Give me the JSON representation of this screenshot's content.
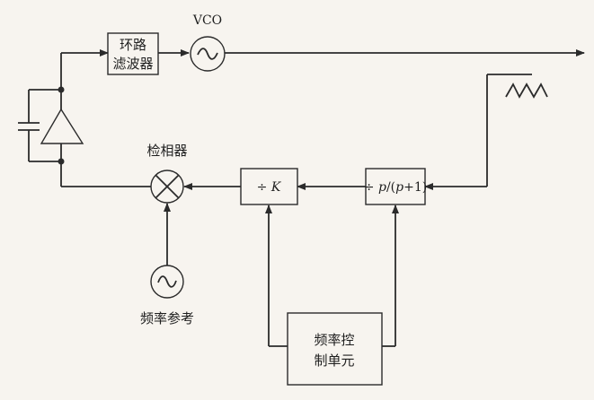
{
  "vco_label": "VCO",
  "loop_filter": {
    "line1": "环路",
    "line2": "滤波器"
  },
  "phase_detector_label": "检相器",
  "ref_label": "频率参考",
  "divide_k": {
    "prefix": "÷ ",
    "var": "K"
  },
  "divide_p": {
    "prefix": "÷ ",
    "p1": "p",
    "slash": "/(",
    "p2": "p",
    "suffix": "+1)"
  },
  "control_unit": {
    "line1": "频率控",
    "line2": "制单元"
  }
}
